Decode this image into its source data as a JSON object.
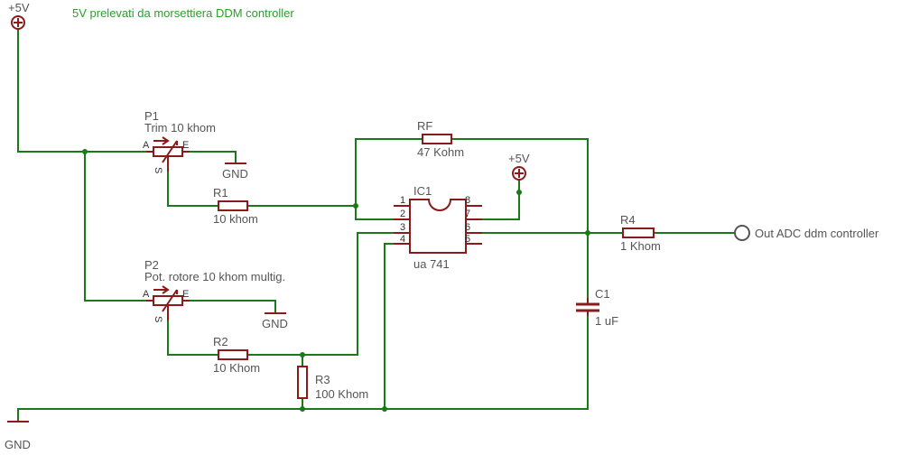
{
  "title_note": "5V prelevati da morsettiera DDM controller",
  "supply_label": "+5V",
  "ground_label": "GND",
  "p1": {
    "name": "P1",
    "value": "Trim 10 khom",
    "pin_a": "A",
    "pin_e": "E",
    "pin_s": "S"
  },
  "p2": {
    "name": "P2",
    "value": "Pot. rotore 10 khom multig.",
    "pin_a": "A",
    "pin_e": "E",
    "pin_s": "S"
  },
  "r1": {
    "name": "R1",
    "value": "10 khom"
  },
  "r2": {
    "name": "R2",
    "value": "10 Khom"
  },
  "r3": {
    "name": "R3",
    "value": "100 Khom"
  },
  "r4": {
    "name": "R4",
    "value": "1 Khom"
  },
  "rf": {
    "name": "RF",
    "value": "47 Kohm"
  },
  "c1": {
    "name": "C1",
    "value": "1 uF"
  },
  "ic1": {
    "name": "IC1",
    "value": "ua 741",
    "pins": [
      "1",
      "2",
      "3",
      "4",
      "8",
      "7",
      "6",
      "5"
    ]
  },
  "output": {
    "label": "Out ADC ddm controller"
  },
  "colors": {
    "wire": "#1a7a1a",
    "component": "#8b1a1a",
    "label": "#555555",
    "note": "#2e9c2e"
  }
}
